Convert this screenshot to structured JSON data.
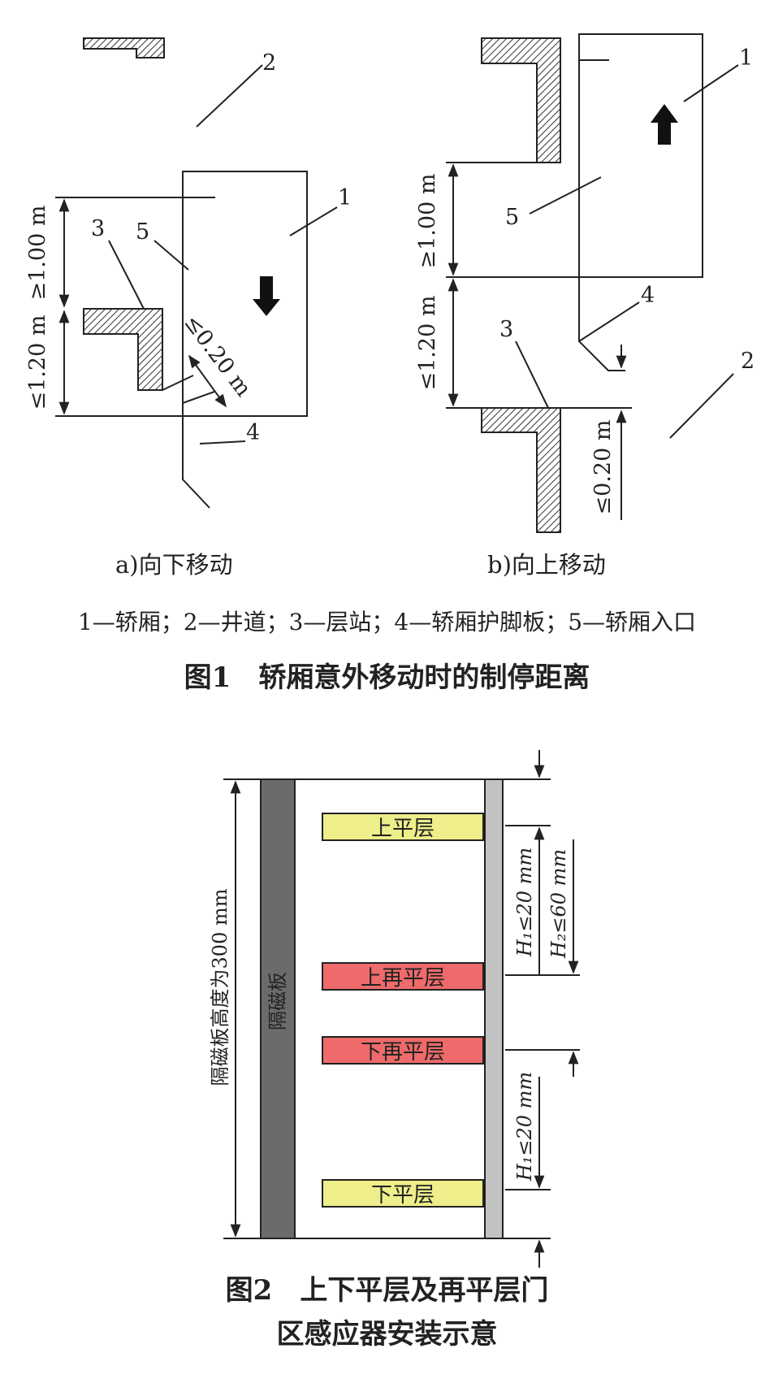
{
  "figure1": {
    "part_a": {
      "caption": "a)向下移动",
      "dim_upper": "≥1.00 m",
      "dim_lower": "≤1.20 m",
      "dim_diag": "≤0.20 m",
      "num_car": "1",
      "num_shaft": "2",
      "num_landing": "3",
      "num_apron": "4",
      "num_entrance": "5"
    },
    "part_b": {
      "caption": "b)向上移动",
      "dim_upper": "≥1.00 m",
      "dim_lower": "≤1.20 m",
      "dim_right": "≤0.20 m",
      "num_car": "1",
      "num_shaft": "2",
      "num_landing": "3",
      "num_apron": "4",
      "num_entrance": "5"
    },
    "legend": "1—轿厢；2—井道；3—层站；4—轿厢护脚板；5—轿厢入口",
    "title": "图1　轿厢意外移动时的制停距离"
  },
  "figure2": {
    "plate_label": "隔磁板",
    "height_dim": "隔磁板高度为300 mm",
    "sensors": [
      {
        "label": "上平层",
        "color": "#eeee8a"
      },
      {
        "label": "上再平层",
        "color": "#ef6a6a"
      },
      {
        "label": "下再平层",
        "color": "#ef6a6a"
      },
      {
        "label": "下平层",
        "color": "#eeee8a"
      }
    ],
    "dim_h1_top": "H₁≤20 mm",
    "dim_h2": "H₂≤60 mm",
    "dim_h1_bottom": "H₁≤20 mm",
    "title_line1": "图2　上下平层及再平层门",
    "title_line2": "区感应器安装示意"
  },
  "colors": {
    "plate": "#6b6b6b",
    "rail": "#c2c2c2",
    "line": "#222222"
  }
}
